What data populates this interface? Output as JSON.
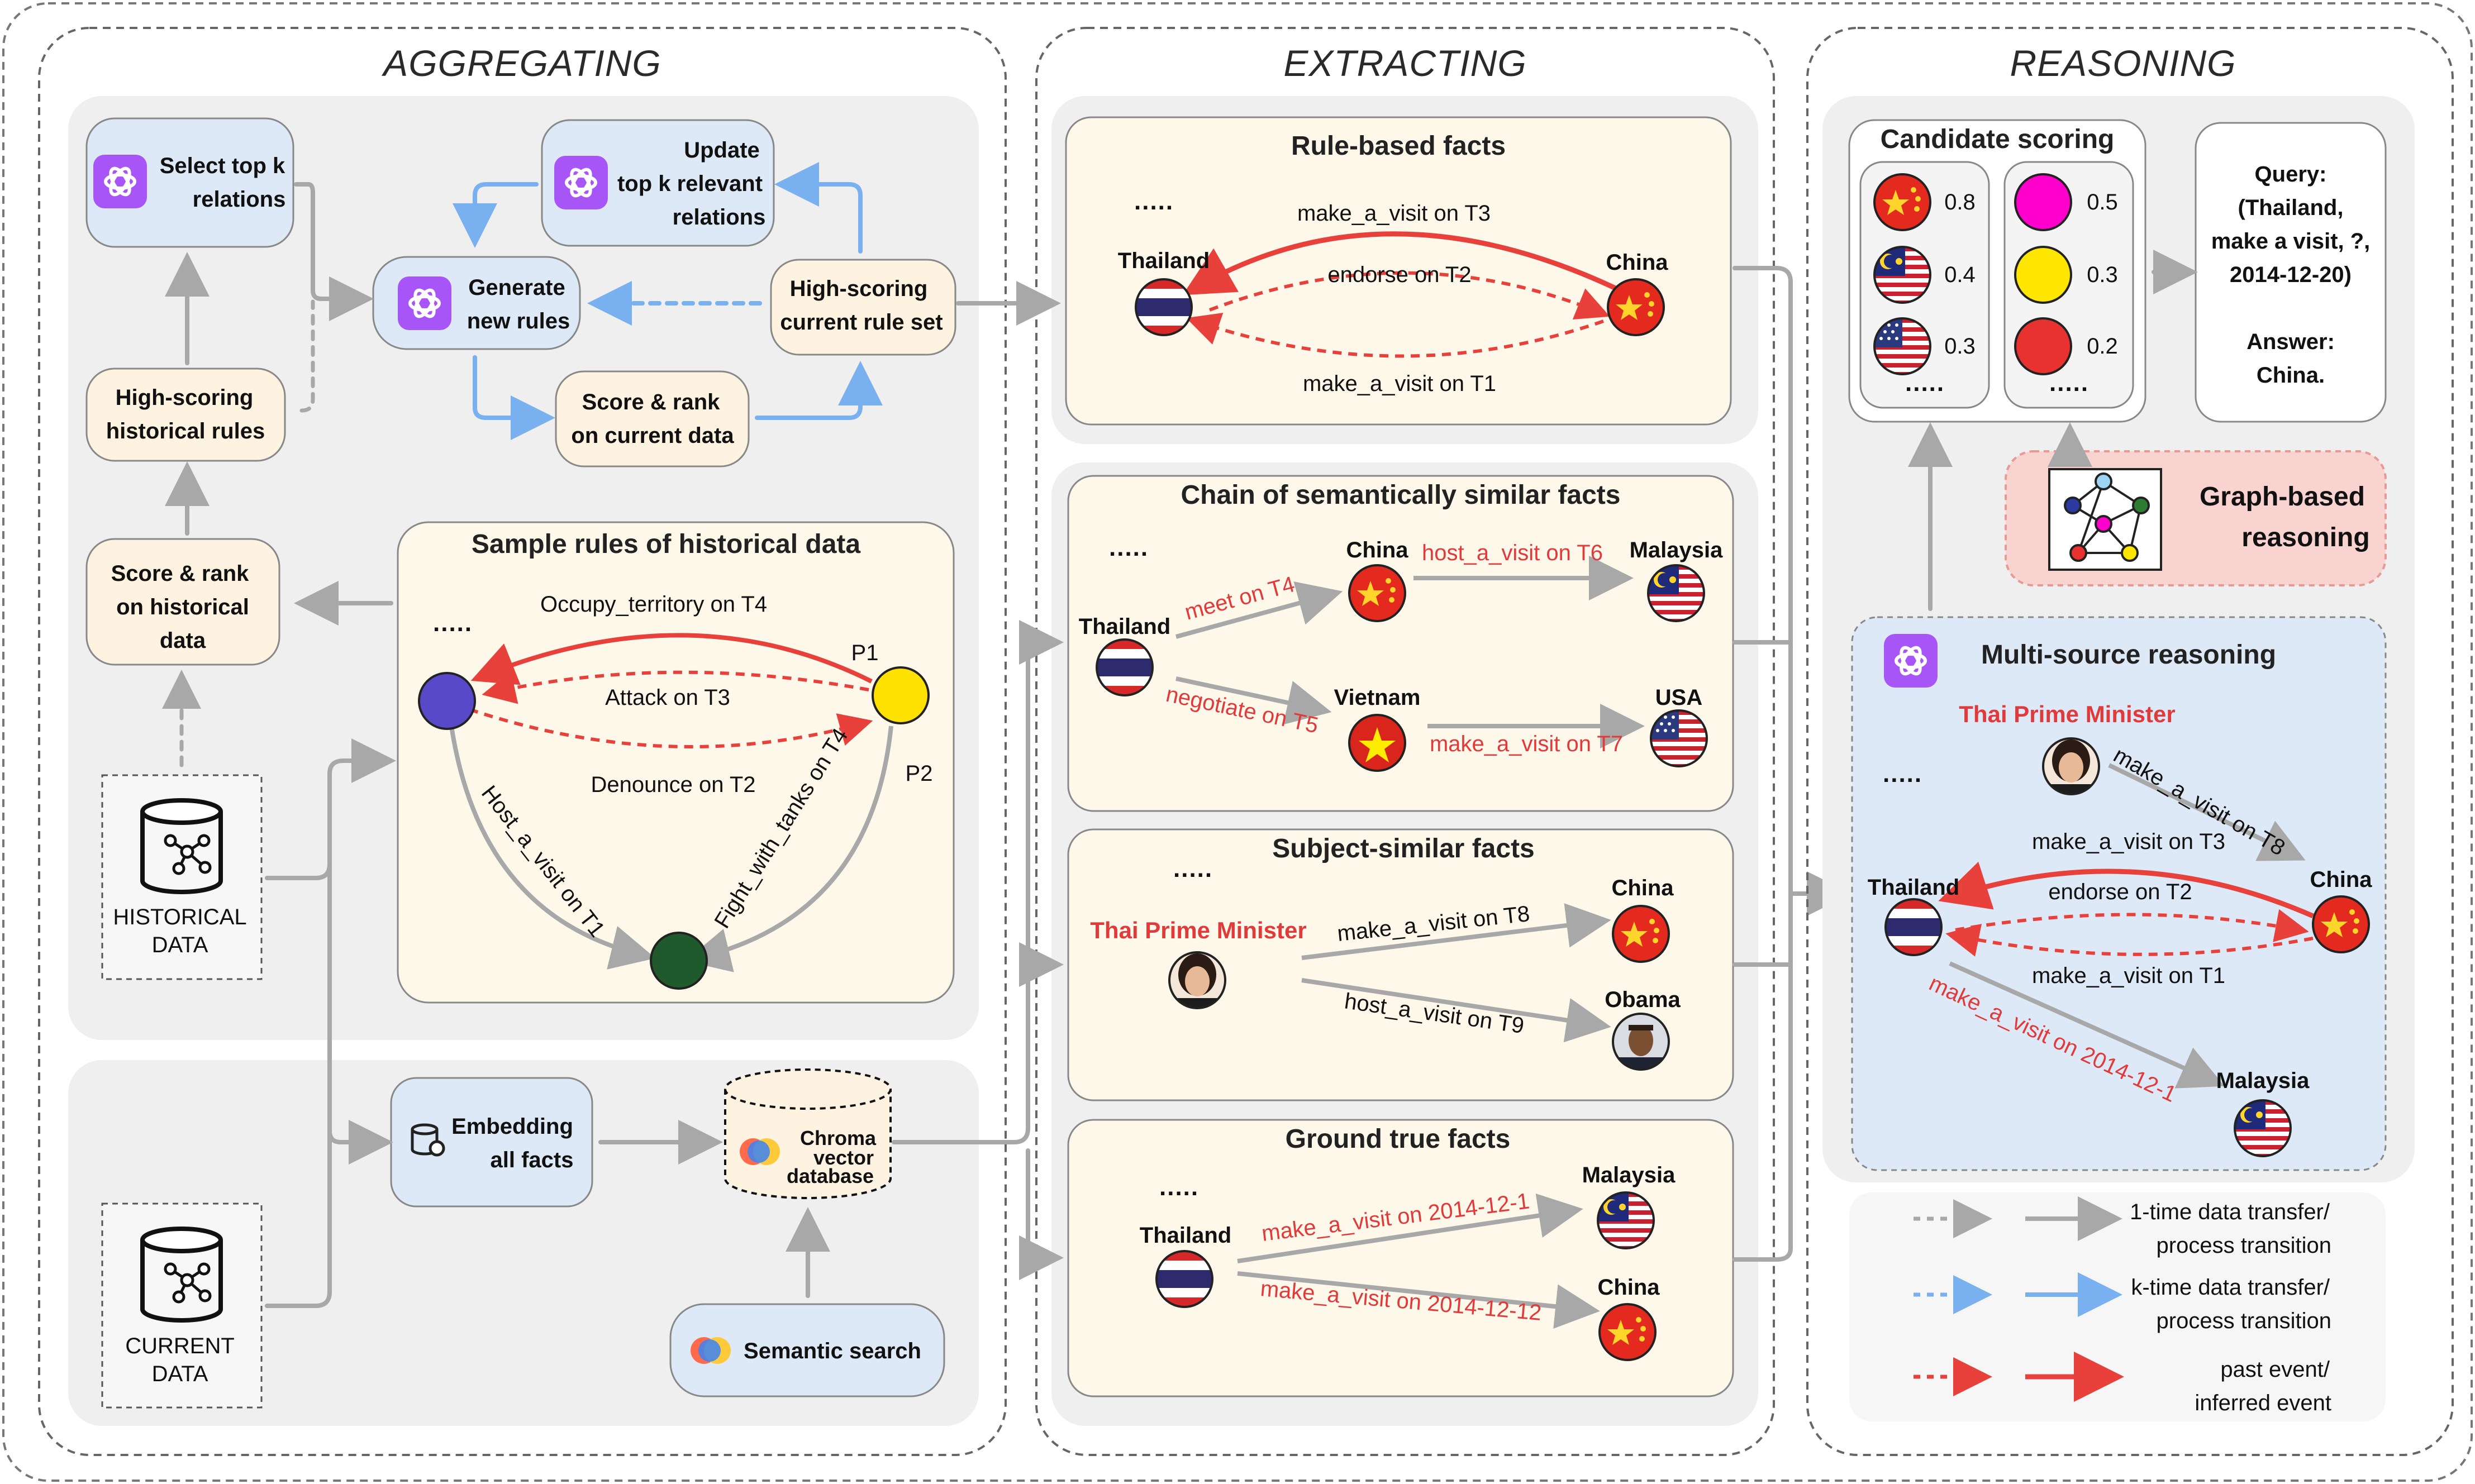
{
  "sections": {
    "aggregating": "AGGREGATING",
    "extracting": "EXTRACTING",
    "reasoning": "REASONING"
  },
  "aggregating": {
    "select_top_k": [
      "Select top k",
      "relations"
    ],
    "update_top_k": [
      "Update",
      "top k relevant",
      "relations"
    ],
    "generate_new_rules": [
      "Generate",
      "new rules"
    ],
    "high_scoring_current": [
      "High-scoring",
      "current rule set"
    ],
    "score_rank_current": [
      "Score & rank",
      "on current data"
    ],
    "high_scoring_historical": [
      "High-scoring",
      "historical rules"
    ],
    "score_rank_historical": [
      "Score & rank",
      "on historical",
      "data"
    ],
    "sample_rules": {
      "title": "Sample rules of historical data",
      "ellipsis": ".....",
      "edges": [
        "Occupy_territory on T4",
        "Attack on T3",
        "Denounce on T2",
        "Host_a_visit on T1",
        "Fight_with_tanks on T4"
      ],
      "p1": "P1",
      "p2": "P2"
    },
    "historical_data": [
      "HISTORICAL",
      "DATA"
    ],
    "current_data": [
      "CURRENT",
      "DATA"
    ],
    "embedding": [
      "Embedding",
      "all facts"
    ],
    "chroma": [
      "Chroma",
      "vector",
      "database"
    ],
    "semantic_search": "Semantic search"
  },
  "extracting": {
    "rule_based": {
      "title": "Rule-based facts",
      "ellipsis": ".....",
      "subject": "Thailand",
      "object": "China",
      "edges": [
        "make_a_visit on T3",
        "endorse on T2",
        "make_a_visit on T1"
      ]
    },
    "chain": {
      "title": "Chain of semantically similar facts",
      "ellipsis": ".....",
      "nodes": [
        "Thailand",
        "China",
        "Malaysia",
        "Vietnam",
        "USA"
      ],
      "edges": [
        "meet on T4",
        "host_a_visit on T6",
        "negotiate on T5",
        "make_a_visit on T7"
      ]
    },
    "subject_similar": {
      "title": "Subject-similar facts",
      "ellipsis": ".....",
      "subject": "Thai Prime Minister",
      "objects": [
        "China",
        "Obama"
      ],
      "edges": [
        "make_a_visit on T8",
        "host_a_visit on T9"
      ]
    },
    "ground_true": {
      "title": "Ground true facts",
      "ellipsis": ".....",
      "subject": "Thailand",
      "objects": [
        "Malaysia",
        "China"
      ],
      "edges": [
        "make_a_visit on 2014-12-1",
        "make_a_visit on 2014-12-12"
      ]
    }
  },
  "reasoning": {
    "candidate_scoring": {
      "title": "Candidate scoring",
      "left": [
        {
          "icon": "china-flag",
          "score": "0.8"
        },
        {
          "icon": "malaysia-flag",
          "score": "0.4"
        },
        {
          "icon": "usa-flag",
          "score": "0.3"
        }
      ],
      "right": [
        {
          "color": "#ff00cc",
          "score": "0.5"
        },
        {
          "color": "#ffe600",
          "score": "0.3"
        },
        {
          "color": "#e8322f",
          "score": "0.2"
        }
      ],
      "ellipsis": "....."
    },
    "query": [
      "Query:",
      "(Thailand,",
      "make a visit, ?,",
      "2014-12-20)",
      "Answer:",
      "China."
    ],
    "graph_based": [
      "Graph-based",
      "reasoning"
    ],
    "multi_source": {
      "title": "Multi-source reasoning",
      "person": "Thai Prime Minister",
      "ellipsis": ".....",
      "nodes": [
        "Thailand",
        "China",
        "Malaysia"
      ],
      "edges": [
        "make_a_visit on T8",
        "make_a_visit on T3",
        "endorse on T2",
        "make_a_visit on T1",
        "make_a_visit on 2014-12-1"
      ]
    },
    "legend": [
      [
        "1-time data transfer/",
        "process transition"
      ],
      [
        "k-time data transfer/",
        "process transition"
      ],
      [
        "past event/",
        "inferred event"
      ]
    ]
  },
  "colors": {
    "red": "#e8403b",
    "gray_arrow": "#a8a8a8",
    "blue_arrow": "#79b0f0",
    "cream": "#fdf8ea",
    "light_blue": "#dde9f6",
    "panel_gray": "#efefef"
  }
}
